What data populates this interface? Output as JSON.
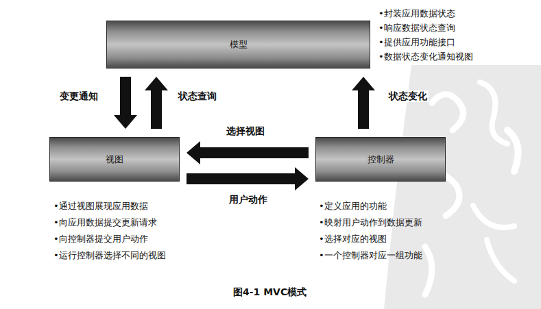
{
  "diagram": {
    "caption": "图4-1 MVC模式",
    "nodes": [
      {
        "text": [
          "模型"
        ]
      },
      {
        "text": [
          "视图"
        ]
      },
      {
        "text": [
          "控制器"
        ]
      }
    ],
    "edges": [
      {
        "from": 0,
        "to": 1,
        "label": "变更通知",
        "arrow": "to"
      },
      {
        "from": 1,
        "to": 0,
        "label": "状态查询",
        "arrow": "to"
      },
      {
        "from": 2,
        "to": 0,
        "label": "状态变化",
        "arrow": "to"
      },
      {
        "from": 2,
        "to": 1,
        "label": "选择视图",
        "arrow": "to"
      },
      {
        "from": 1,
        "to": 2,
        "label": "用户动作",
        "arrow": "to"
      }
    ],
    "labels": [
      "•封装应用数据状态",
      "•响应数据状态查询",
      "•提供应用功能接口",
      "•数据状态变化通知视图",
      "•通过视图展现应用数据",
      "•向应用数据提交更新请求",
      "•向控制器提交用户动作",
      "•运行控制器选择不同的视图",
      "•定义应用的功能",
      "•映射用户动作到数据更新",
      "•选择对应的视图",
      "•一个控制器对应一组功能"
    ]
  }
}
